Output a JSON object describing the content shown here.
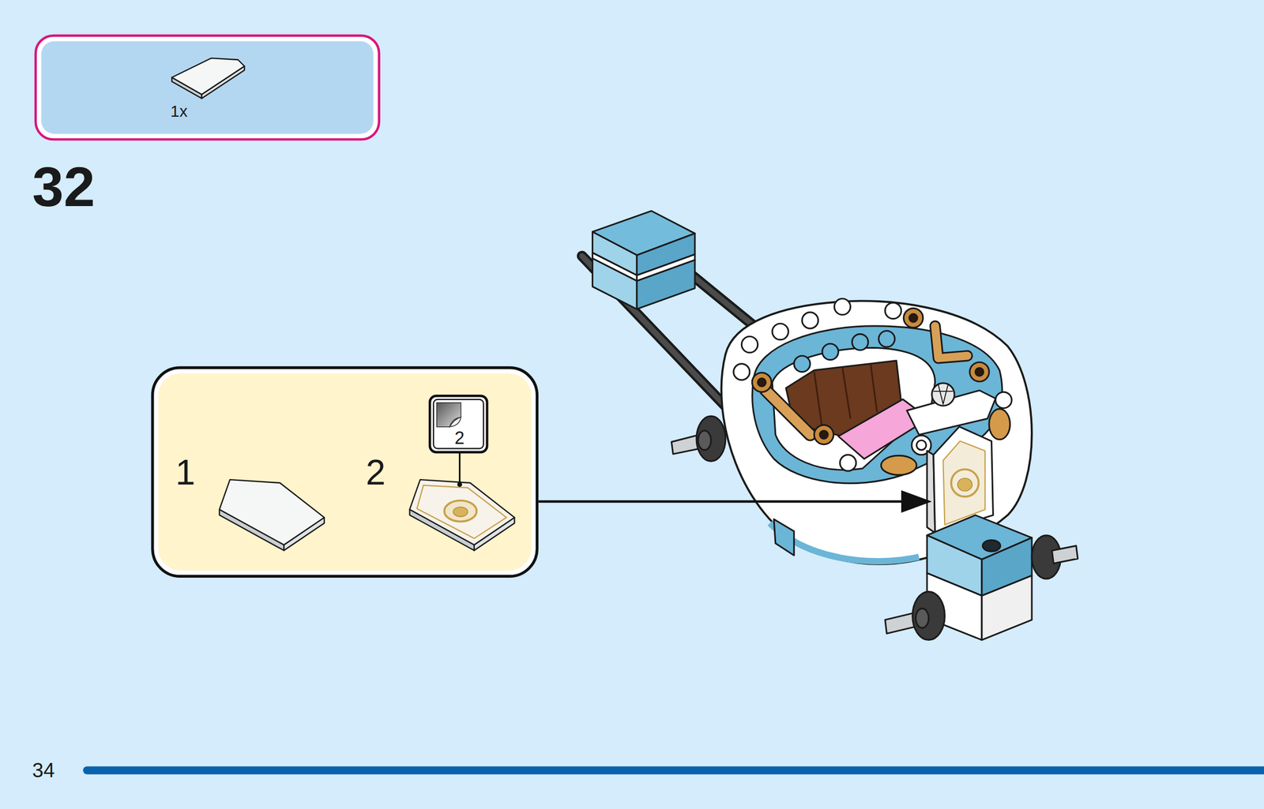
{
  "diagram": {
    "nodes": [
      {
        "text": [
          "1x"
        ]
      },
      {
        "text": [
          "1",
          "2"
        ]
      },
      {
        "text": [
          "2"
        ],
        "in": 1
      }
    ],
    "labels": [
      "32",
      "34"
    ]
  }
}
